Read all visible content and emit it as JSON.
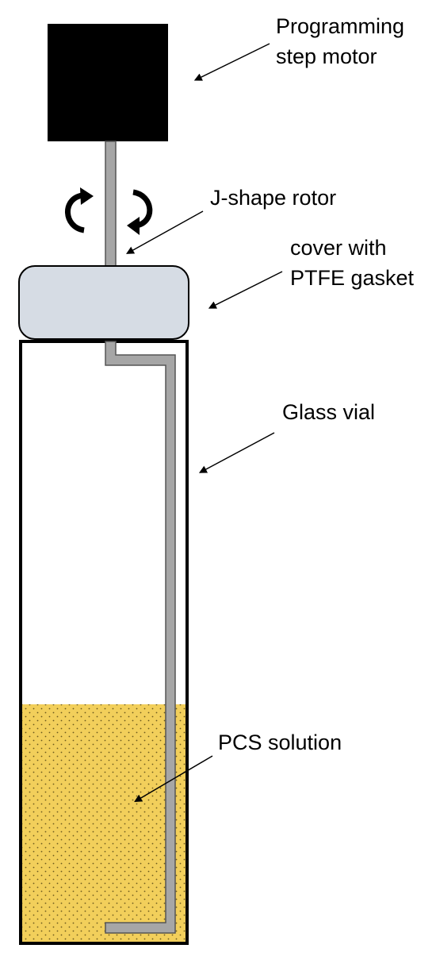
{
  "labels": {
    "motor_line1": "Programming",
    "motor_line2": "step motor",
    "rotor": "J-shape rotor",
    "cover_line1": "cover with",
    "cover_line2": "PTFE gasket",
    "vial": "Glass vial",
    "solution": "PCS solution"
  },
  "colors": {
    "motor": "#000000",
    "rotor": "#a6a6a6",
    "cover": "#d6dce4",
    "solution": "#f2cf5b",
    "solution_dots": "#6b5a1e",
    "outline": "#000000"
  },
  "icons": {
    "rotation_left": "counterclockwise-arrow-icon",
    "rotation_right": "clockwise-arrow-icon"
  }
}
